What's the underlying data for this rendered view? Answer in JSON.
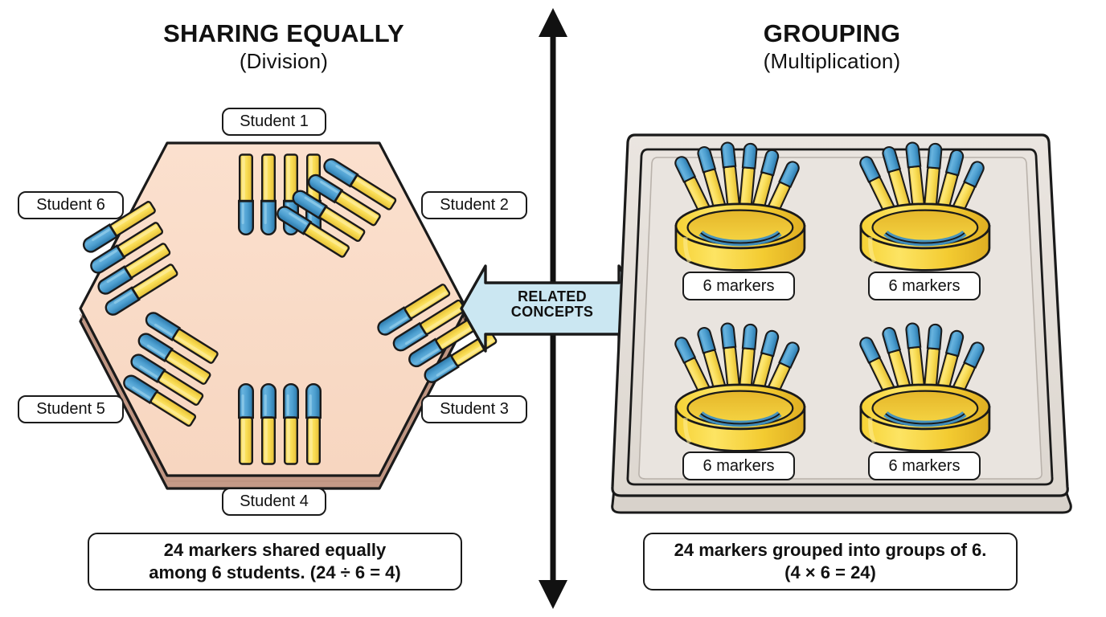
{
  "left_panel": {
    "title": "SHARING EQUALLY",
    "subtitle": "(Division)",
    "student_labels": [
      "Student 1",
      "Student 2",
      "Student 3",
      "Student 4",
      "Student 5",
      "Student 6"
    ],
    "caption_line1": "24 markers shared equally",
    "caption_line2": "among 6 students. (24 ÷ 6 = 4)",
    "markers_per_student": 4,
    "student_count": 6
  },
  "right_panel": {
    "title": "GROUPING",
    "subtitle": "(Multiplication)",
    "cup_labels": [
      "6 markers",
      "6 markers",
      "6 markers",
      "6 markers"
    ],
    "caption_line1": "24 markers grouped into groups of 6.",
    "caption_line2": "(4 × 6 = 24)",
    "markers_per_cup": 6,
    "cup_count": 4
  },
  "connector": {
    "badge_line1": "RELATED",
    "badge_line2": "CONCEPTS",
    "divider_icon": "double-headed-vertical-arrow",
    "badge_icon": "double-headed-horizontal-arrow"
  },
  "colors": {
    "marker_yellow": "#f9dd55",
    "marker_yellow_dark": "#e9c53c",
    "marker_blue": "#4d9fd0",
    "marker_blue_dark": "#2c7fb3",
    "table_top": "#fadcc8",
    "table_edge": "#c49a87",
    "tray_fill": "#e6e1dc",
    "tray_rim": "#d8d2cb",
    "cup_yellow": "#f9d93f",
    "cup_yellow_dark": "#e0b92c",
    "badge_blue": "#cbe7f2",
    "outline": "#1a1a1a",
    "background": "#ffffff"
  }
}
